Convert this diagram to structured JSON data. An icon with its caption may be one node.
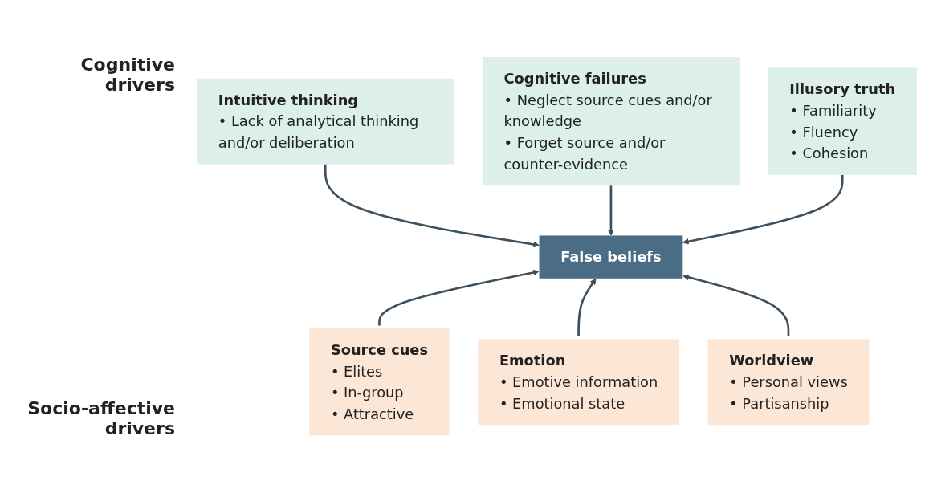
{
  "diagram": {
    "nodes": [
      {
        "text": [
          "Intuitive thinking",
          "• Lack of analytical thinking and/or deliberation"
        ]
      },
      {
        "text": [
          "Cognitive failures",
          "• Neglect source cues and/or knowledge",
          "• Forget source and/or counter-evidence"
        ]
      },
      {
        "text": [
          "Illusory truth",
          "• Familiarity",
          "• Fluency",
          "• Cohesion"
        ]
      },
      {
        "text": [
          "False beliefs"
        ]
      },
      {
        "text": [
          "Source cues",
          "• Elites",
          "• In-group",
          "• Attractive"
        ]
      },
      {
        "text": [
          "Emotion",
          "• Emotive information",
          "• Emotional state"
        ]
      },
      {
        "text": [
          "Worldview",
          "• Personal views",
          "• Partisanship"
        ]
      }
    ],
    "edges": [
      {
        "from": 0,
        "to": 3,
        "arrow": "to"
      },
      {
        "from": 1,
        "to": 3,
        "arrow": "to"
      },
      {
        "from": 2,
        "to": 3,
        "arrow": "to"
      },
      {
        "from": 4,
        "to": 3,
        "arrow": "to"
      },
      {
        "from": 5,
        "to": 3,
        "arrow": "to"
      },
      {
        "from": 6,
        "to": 3,
        "arrow": "to"
      }
    ],
    "labels": [
      "Cognitive drivers",
      "Socio-affective drivers"
    ]
  }
}
